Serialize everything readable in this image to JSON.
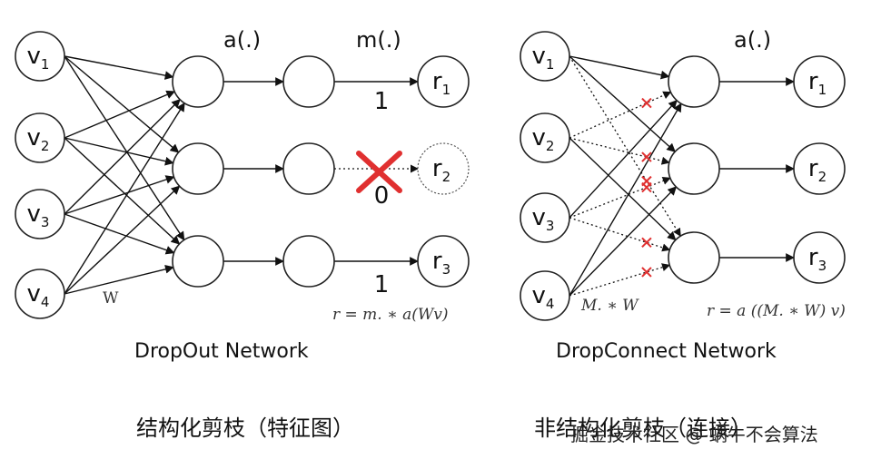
{
  "colors": {
    "line": "#111111",
    "node_stroke": "#222222",
    "drop_mark": "#e03030",
    "background": "#ffffff"
  },
  "left": {
    "inputs": [
      {
        "base": "v",
        "sub": "1"
      },
      {
        "base": "v",
        "sub": "2"
      },
      {
        "base": "v",
        "sub": "3"
      },
      {
        "base": "v",
        "sub": "4"
      }
    ],
    "outputs": [
      {
        "base": "r",
        "sub": "1"
      },
      {
        "base": "r",
        "sub": "2"
      },
      {
        "base": "r",
        "sub": "3"
      }
    ],
    "activation_label": "a(.)",
    "mask_label": "m(.)",
    "mask_values": [
      "1",
      "0",
      "1"
    ],
    "weight_label": "W",
    "formula": "r = m. ∗ a(Wv)",
    "title": "DropOut Network",
    "caption": "结构化剪枝（特征图）",
    "dropped_output_index": 1
  },
  "right": {
    "inputs": [
      {
        "base": "v",
        "sub": "1"
      },
      {
        "base": "v",
        "sub": "2"
      },
      {
        "base": "v",
        "sub": "3"
      },
      {
        "base": "v",
        "sub": "4"
      }
    ],
    "outputs": [
      {
        "base": "r",
        "sub": "1"
      },
      {
        "base": "r",
        "sub": "2"
      },
      {
        "base": "r",
        "sub": "3"
      }
    ],
    "activation_label": "a(.)",
    "weight_label": "M. ∗ W",
    "formula": "r = a ((M. ∗ W) v)",
    "title": "DropConnect Network",
    "caption": "非结构化剪枝（连接）"
  },
  "watermark": "掘金技术社区 @ 蜗牛不会算法"
}
